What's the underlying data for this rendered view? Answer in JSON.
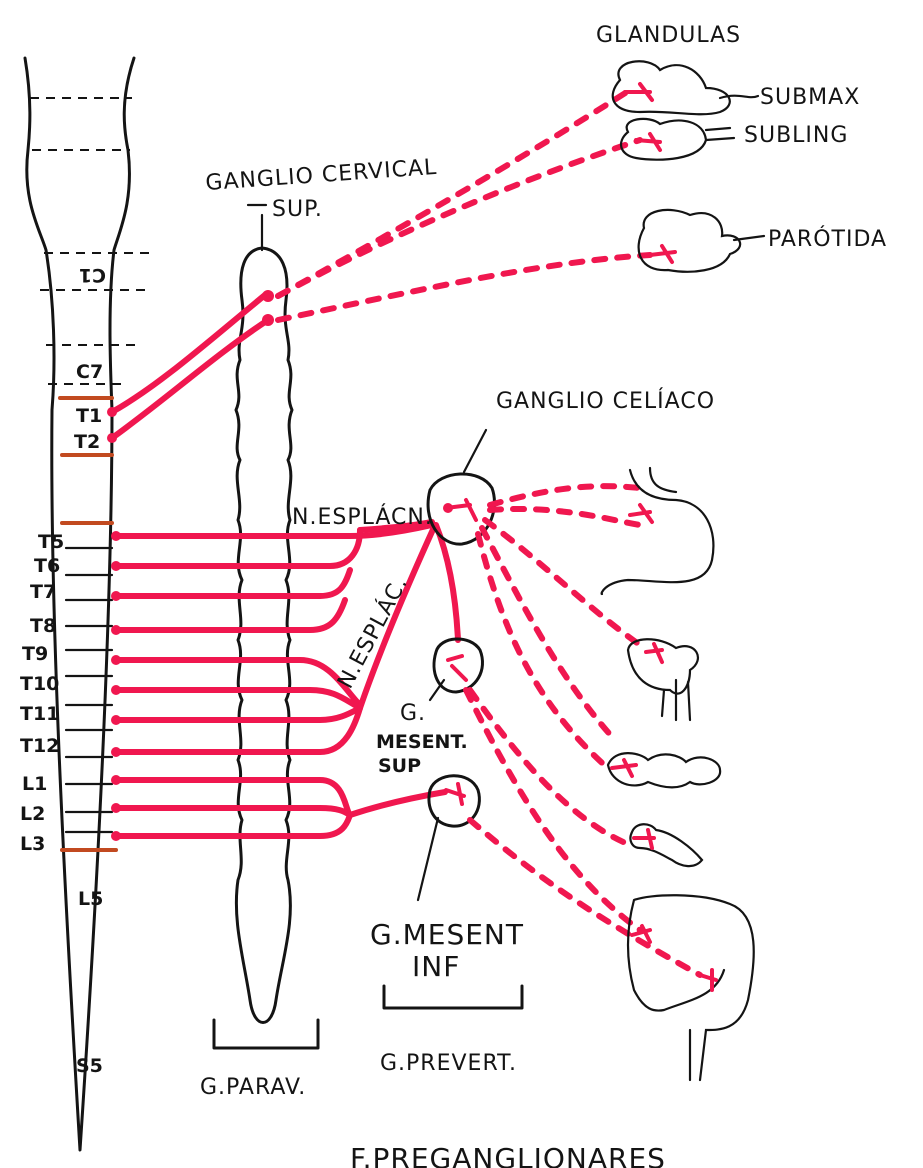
{
  "labels": {
    "glands": "GLANDULAS",
    "submax": "SUBMAX",
    "subling": "SUBLING",
    "parotid": "PARÓTIDA",
    "cervical_ganglion": "GANGLIO CERVICAL",
    "cervical_ganglion_sup": "SUP.",
    "celiac_ganglion": "GANGLIO CELÍACO",
    "splanchnic_nerve": "N.ESPLÁCN.",
    "splanchnic_nerve_2": "N.ESPLÁC.",
    "sup_mesenteric_1": "G.",
    "sup_mesenteric_2": "MESENT.",
    "sup_mesenteric_3": "SUP",
    "inf_mesenteric_1": "G.MESENT",
    "inf_mesenteric_2": "INF",
    "paravertebral": "G.PARAV.",
    "prevertebral": "G.PREVERT.",
    "bottom_title": "F.PREGANGLIONARES"
  },
  "vertebrae": {
    "c1": "C1",
    "c7": "C7",
    "t1": "T1",
    "t2": "T2",
    "t5": "T5",
    "t6": "T6",
    "t7": "T7",
    "t8": "T8",
    "t9": "T9",
    "t10": "T10",
    "t11": "T11",
    "t12": "T12",
    "l1": "L1",
    "l2": "L2",
    "l3": "L3",
    "l5": "L5",
    "s5": "S5"
  },
  "colors": {
    "ink": "#141414",
    "nerve_red": "#f0174f",
    "segment_brown": "#c24a20"
  }
}
